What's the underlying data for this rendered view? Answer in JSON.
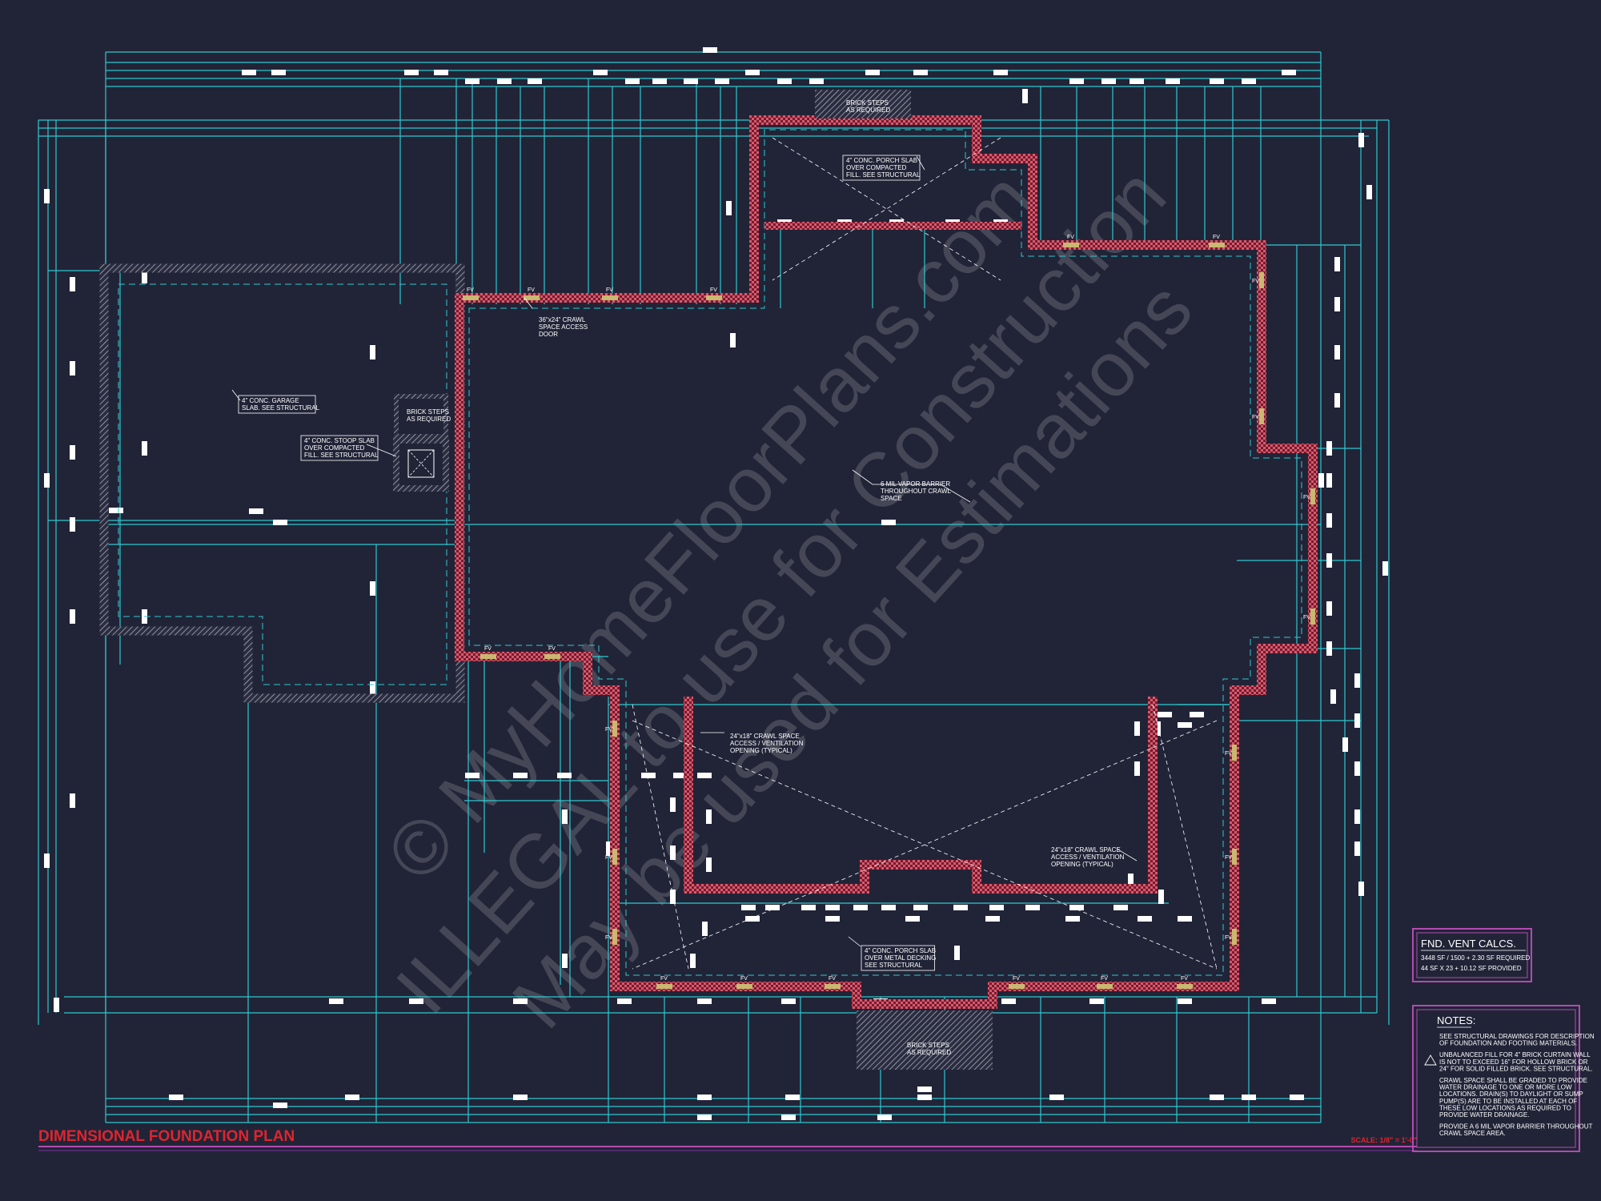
{
  "drawing": {
    "title": "DIMENSIONAL FOUNDATION PLAN",
    "scale": "SCALE: 1/8\" = 1'-0\"",
    "watermark_line1": "© MyHomeFloorPlans.com",
    "watermark_line2": "ILLEGAL to use for Construction",
    "watermark_line3": "May be used for Estimations"
  },
  "callouts": {
    "brick_steps_top": [
      "BRICK STEPS",
      "AS REQUIRED"
    ],
    "porch_slab_top": [
      "4\" CONC. PORCH SLAB",
      "OVER COMPACTED",
      "FILL. SEE STRUCTURAL"
    ],
    "crawl_access_door": [
      "36\"x24\" CRAWL",
      "SPACE ACCESS",
      "DOOR"
    ],
    "garage_slab": [
      "4\" CONC. GARAGE",
      "SLAB. SEE STRUCTURAL"
    ],
    "brick_steps_stoop": [
      "BRICK STEPS",
      "AS REQUIRED"
    ],
    "stoop_slab": [
      "4\" CONC. STOOP SLAB",
      "OVER COMPACTED",
      "FILL. SEE STRUCTURAL"
    ],
    "vapor_barrier": [
      "6 MIL VAPOR BARRIER",
      "THROUGHOUT CRAWL",
      "SPACE"
    ],
    "vent_left": [
      "24\"x18\" CRAWL SPACE",
      "ACCESS / VENTILATION",
      "OPENING (TYPICAL)"
    ],
    "vent_right": [
      "24\"x18\" CRAWL SPACE",
      "ACCESS / VENTILATION",
      "OPENING (TYPICAL)"
    ],
    "porch_slab_bottom": [
      "4\" CONC. PORCH SLAB",
      "OVER METAL DECKING",
      "SEE STRUCTURAL"
    ],
    "brick_steps_bottom": [
      "BRICK STEPS",
      "AS REQUIRED"
    ],
    "fv_label": "FV"
  },
  "vent_calcs": {
    "title": "FND. VENT CALCS.",
    "line1": "3448 SF / 1500 + 2.30 SF REQUIRED",
    "line2": "44 SF X 23 + 10.12 SF PROVIDED"
  },
  "notes": {
    "title": "NOTES:",
    "items": [
      [
        "SEE STRUCTURAL DRAWINGS FOR DESCRIPTION",
        "OF FOUNDATION AND FOOTING MATERIALS."
      ],
      [
        "UNBALANCED FILL FOR 4\" BRICK CURTAIN WALL",
        "IS NOT TO EXCEED 16\" FOR HOLLOW BRICK OR",
        "24\" FOR SOLID FILLED BRICK. SEE STRUCTURAL."
      ],
      [
        "CRAWL SPACE SHALL BE GRADED TO PROVIDE",
        "WATER DRAINAGE TO ONE OR MORE LOW",
        "LOCATIONS. DRAIN(S) TO DAYLIGHT OR SUMP",
        "PUMP(S) ARE TO BE INSTALLED AT EACH OF",
        "THESE LOW LOCATIONS AS REQUIRED TO",
        "PROVIDE WATER DRAINAGE."
      ],
      [
        "PROVIDE A 6 MIL VAPOR BARRIER THROUGHOUT",
        "CRAWL SPACE AREA."
      ]
    ]
  },
  "colors": {
    "background": "#212437",
    "dimension": "#2fc8d0",
    "wall": "#cfcfd8",
    "brick": "#d0455a",
    "title": "#e0242e",
    "box": "#b34bb0"
  }
}
